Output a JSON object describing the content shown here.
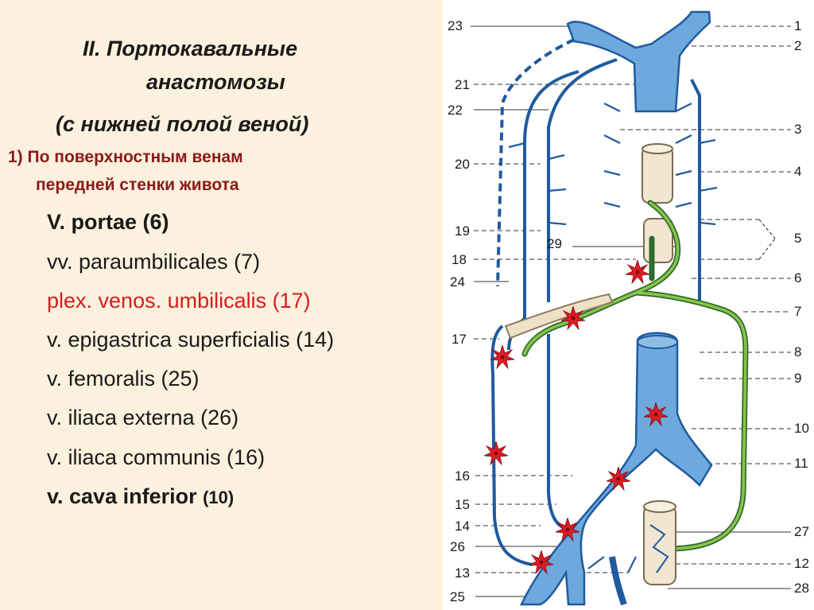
{
  "slide": {
    "title_line1": "II. Портокавальные",
    "title_line2": "анастомозы",
    "title_line3": "(с нижней полой веной)",
    "subtitle_line1": "1) По поверхностным венам",
    "subtitle_line2": "передней стенки живота",
    "items": [
      {
        "text": "V. portae (6)"
      },
      {
        "text": "vv. paraumbilicales (7)"
      },
      {
        "text": "plex. venos. umbilicalis (17)"
      },
      {
        "text": "v. epigastrica superficialis (14)"
      },
      {
        "text": "v. femoralis (25)"
      },
      {
        "text": "v. iliaca externa (26)"
      },
      {
        "text": "v. iliaca communis (16)"
      },
      {
        "text": "v. cava inferior",
        "suffix": "(10)"
      }
    ]
  },
  "diagram": {
    "labels_left": [
      "23",
      "21",
      "22",
      "20",
      "19",
      "18",
      "24",
      "17",
      "16",
      "15",
      "14",
      "26",
      "13",
      "25"
    ],
    "labels_right": [
      "1",
      "2",
      "3",
      "4",
      "5",
      "6",
      "7",
      "8",
      "9",
      "10",
      "11",
      "27",
      "12",
      "28"
    ],
    "label_center": "29",
    "colors": {
      "vein_fill": "#6fa8dc",
      "vein_stroke": "#1f5a9e",
      "portal_fill": "#8bc34a",
      "portal_stroke": "#2e6b2e",
      "star": "#e01b24"
    }
  }
}
